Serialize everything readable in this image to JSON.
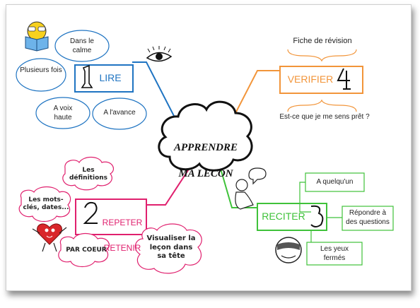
{
  "center": {
    "line1": "APPRENDRE",
    "line2": "MA LECON"
  },
  "branches": {
    "lire": {
      "number": "1",
      "label": "LIRE",
      "color": "#1f74c2"
    },
    "verifier": {
      "number": "4",
      "label": "VERIFIER",
      "color": "#f2953a"
    },
    "reciter": {
      "number": "3",
      "label": "RECITER",
      "color": "#3fc23a"
    },
    "repeter": {
      "number": "2",
      "label_line1": "REPETER",
      "label_line2": "RETENIR",
      "color": "#e0206e"
    }
  },
  "lire_bubbles": [
    "Dans le calme",
    "Plusieurs fois",
    "A voix haute",
    "A l'avance"
  ],
  "verifier_notes": {
    "top": "Fiche de révision",
    "bottom": "Est-ce que je me sens prêt ?"
  },
  "reciter_boxes": [
    "A quelqu'un",
    "Répondre à des questions",
    "Les yeux fermés"
  ],
  "repeter_clouds": [
    "Les définitions",
    "Les mots-clés, dates...",
    "PAR COEUR",
    "Visualiser la leçon dans sa tête"
  ],
  "icons": [
    "reading-emoji-icon",
    "eye-icon",
    "person-speaking-icon",
    "blindfold-icon",
    "heart-character-icon"
  ]
}
